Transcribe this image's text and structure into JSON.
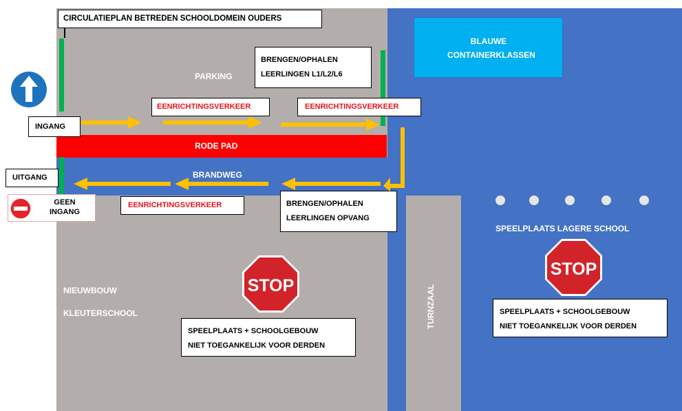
{
  "title": "CIRCULATIEPLAN BETREDEN SCHOOLDOMEIN OUDERS",
  "labels": {
    "parking": "PARKING",
    "rode_pad": "RODE PAD",
    "brandweg": "BRANDWEG",
    "blauwe_container": "BLAUWE CONTAINERKLASSEN",
    "nieuwbouw": "NIEUWBOUW",
    "kleuterschool": "KLEUTERSCHOOL",
    "turnzaal": "TURNZAAL",
    "speelplaats_lagere": "SPEELPLAATS LAGERE SCHOOL"
  },
  "boxes": {
    "brengen_l1": [
      "BRENGEN/OPHALEN",
      "LEERLINGEN L1/L2/L6"
    ],
    "brengen_opvang": [
      "BRENGEN/OPHALEN",
      "LEERLINGEN OPVANG"
    ],
    "ingang": "INGANG",
    "uitgang": "UITGANG",
    "geen_ingang": [
      "GEEN",
      "INGANG"
    ],
    "warning_left": [
      "SPEELPLAATS + SCHOOLGEBOUW",
      "NIET TOEGANKELIJK VOOR DERDEN"
    ],
    "warning_right": [
      "SPEELPLAATS + SCHOOLGEBOUW",
      "NIET TOEGANKELIJK VOOR DERDEN"
    ]
  },
  "eenrichting": [
    "EENRICHTINGSVERKEER",
    "EENRICHTINGSVERKEER",
    "EENRICHTINGSVERKEER"
  ],
  "stop": "STOP",
  "colors": {
    "blue_area": "#4472c4",
    "grey_area": "#b3aeab",
    "red_path": "#ff0000",
    "container": "#00b0f0",
    "arrow": "#ffc000",
    "green": "#00b050"
  }
}
